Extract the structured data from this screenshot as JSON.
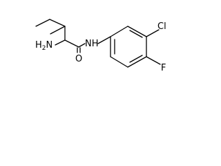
{
  "molecule": {
    "atoms": {
      "amine": {
        "main": "H",
        "sub": "2",
        "tail": "N"
      },
      "amide_nh": "NH",
      "carbonyl_o": "O",
      "chlorine": "Cl",
      "fluorine": "F"
    }
  }
}
